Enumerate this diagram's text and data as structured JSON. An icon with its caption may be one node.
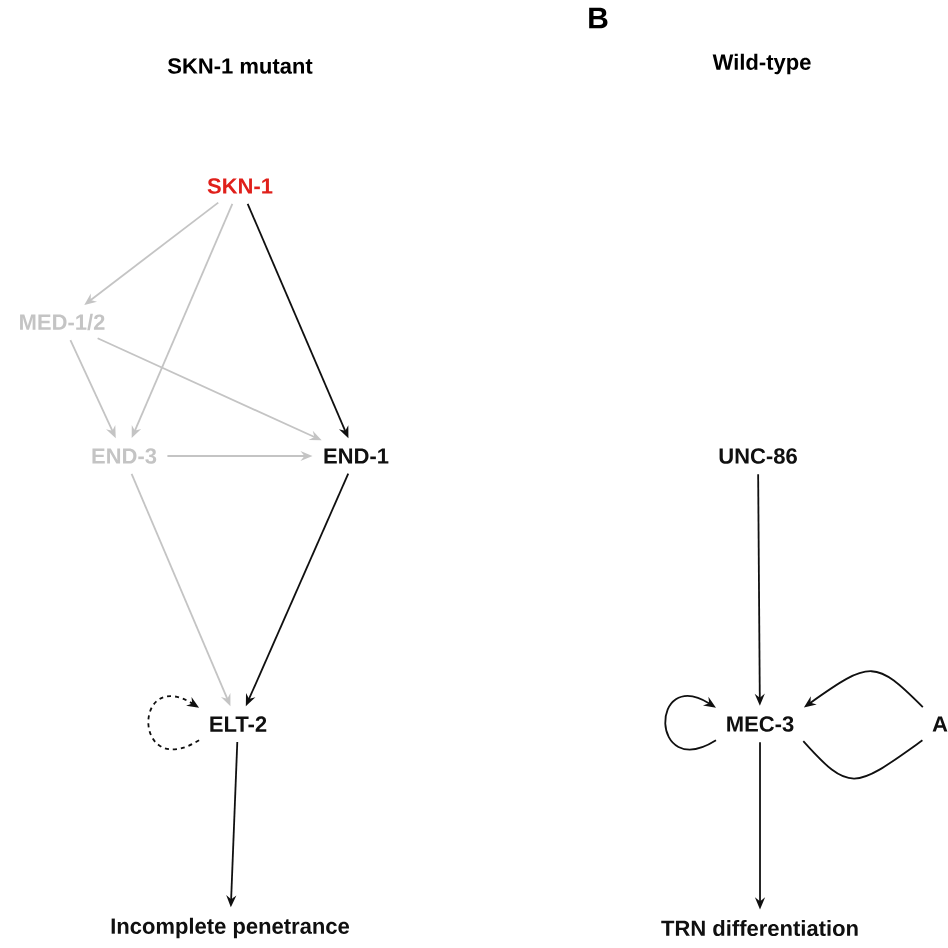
{
  "diagram": {
    "nodes": [
      {
        "text": [
          "SKN-1"
        ]
      },
      {
        "text": [
          "MED-1/2"
        ]
      },
      {
        "text": [
          "END-3"
        ]
      },
      {
        "text": [
          "END-1"
        ]
      },
      {
        "text": [
          "ELT-2"
        ]
      },
      {
        "text": [
          "Incomplete penetrance"
        ]
      },
      {
        "text": [
          "UNC-86"
        ]
      },
      {
        "text": [
          "MEC-3"
        ]
      },
      {
        "text": [
          "A"
        ]
      },
      {
        "text": [
          "TRN differentiation"
        ]
      }
    ],
    "edges": [
      {
        "from": 0,
        "to": 1,
        "arrow": "to",
        "color": "#c4c4c4"
      },
      {
        "from": 0,
        "to": 2,
        "arrow": "to",
        "color": "#c4c4c4"
      },
      {
        "from": 0,
        "to": 3,
        "arrow": "to"
      },
      {
        "from": 1,
        "to": 2,
        "arrow": "to",
        "color": "#c4c4c4"
      },
      {
        "from": 1,
        "to": 3,
        "arrow": "to",
        "color": "#c4c4c4"
      },
      {
        "from": 2,
        "to": 3,
        "arrow": "to",
        "color": "#c4c4c4"
      },
      {
        "from": 2,
        "to": 4,
        "arrow": "to",
        "color": "#c4c4c4"
      },
      {
        "from": 3,
        "to": 4,
        "arrow": "to"
      },
      {
        "from": 4,
        "to": 4,
        "arrow": "to",
        "style": "dashed"
      },
      {
        "from": 4,
        "to": 5,
        "arrow": "to"
      },
      {
        "from": 6,
        "to": 7,
        "arrow": "to"
      },
      {
        "from": 7,
        "to": 7,
        "arrow": "to"
      },
      {
        "from": 8,
        "to": 7,
        "arrow": "to"
      },
      {
        "from": 7,
        "to": 8,
        "arrow": "none"
      },
      {
        "from": 7,
        "to": 9,
        "arrow": "to"
      }
    ],
    "labels": [
      "B",
      "SKN-1 mutant",
      "Wild-type"
    ]
  }
}
